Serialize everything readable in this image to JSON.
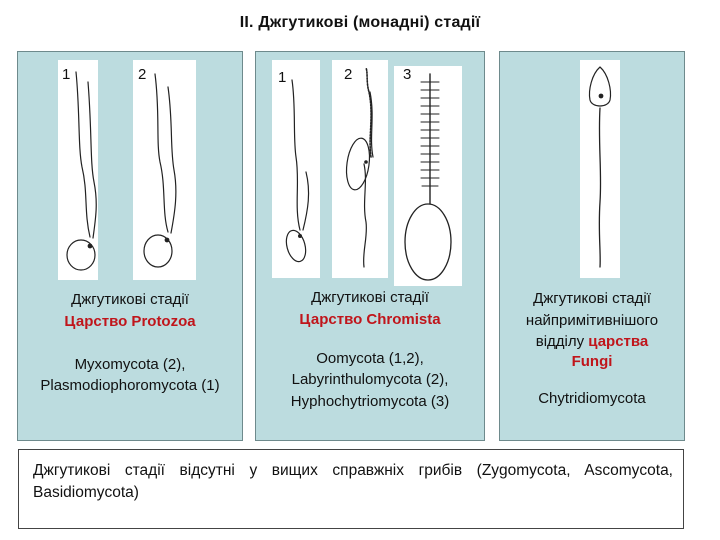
{
  "title": "ІІ. Джгутикові (монадні) стадії",
  "panels": {
    "protozoa": {
      "figure_labels": [
        "1",
        "2"
      ],
      "heading": "Джгутикові стадії",
      "kingdom": "Царство Protozoa",
      "taxa_line1": "Myxomycota (2),",
      "taxa_line2": "Plasmodiophoromycota (1)"
    },
    "chromista": {
      "figure_labels": [
        "1",
        "2",
        "3"
      ],
      "heading": "Джгутикові стадії",
      "kingdom": "Царство Chromista",
      "taxa_line1": "Oomycota (1,2),",
      "taxa_line2": "Labyrinthulomycota (2),",
      "taxa_line3": "Hyphochytriomycota (3)"
    },
    "fungi": {
      "line1": "Джгутикові стадії",
      "line2": "найпримітивнішого",
      "line3_prefix": "відділу ",
      "line3_kingdom": "царства",
      "line4_kingdom": "Fungi",
      "taxa": "Chytridiomycota"
    }
  },
  "bottom_note": "Джгутикові стадії відсутні у вищих справжніх грибів (Zygomycota, Ascomycota, Basidiomycota)",
  "colors": {
    "panel_fill": "#bcdcdf",
    "kingdom_text": "#c0151b"
  }
}
